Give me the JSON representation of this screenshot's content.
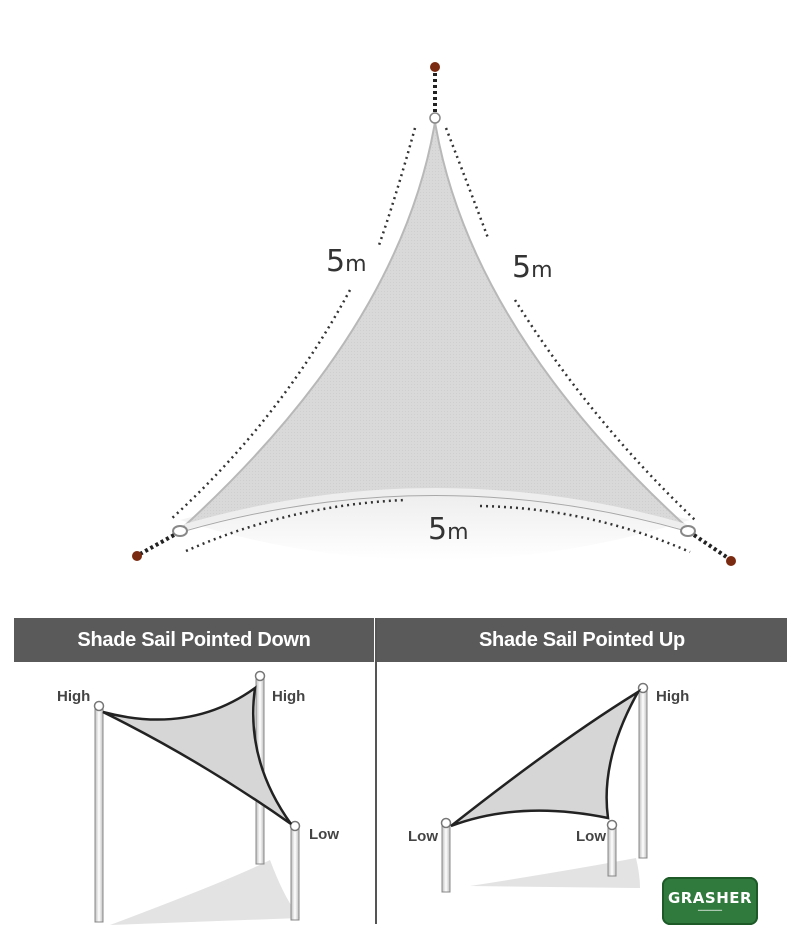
{
  "top_diagram": {
    "side_left": {
      "value": "5",
      "unit": "m"
    },
    "side_right": {
      "value": "5",
      "unit": "m"
    },
    "side_bottom": {
      "value": "5",
      "unit": "m"
    }
  },
  "panels": {
    "down": {
      "title": "Shade Sail Pointed Down",
      "labels": {
        "left_high": "High",
        "right_high": "High",
        "low": "Low"
      }
    },
    "up": {
      "title": "Shade Sail Pointed Up",
      "labels": {
        "high": "High",
        "left_low": "Low",
        "mid_low": "Low"
      }
    }
  },
  "logo": {
    "text": "GRASHER"
  },
  "colors": {
    "header_bg": "#5a5a5a",
    "anchor": "#7a2a10",
    "sail": "#d8d8d8",
    "logo": "#2f7a3c"
  }
}
